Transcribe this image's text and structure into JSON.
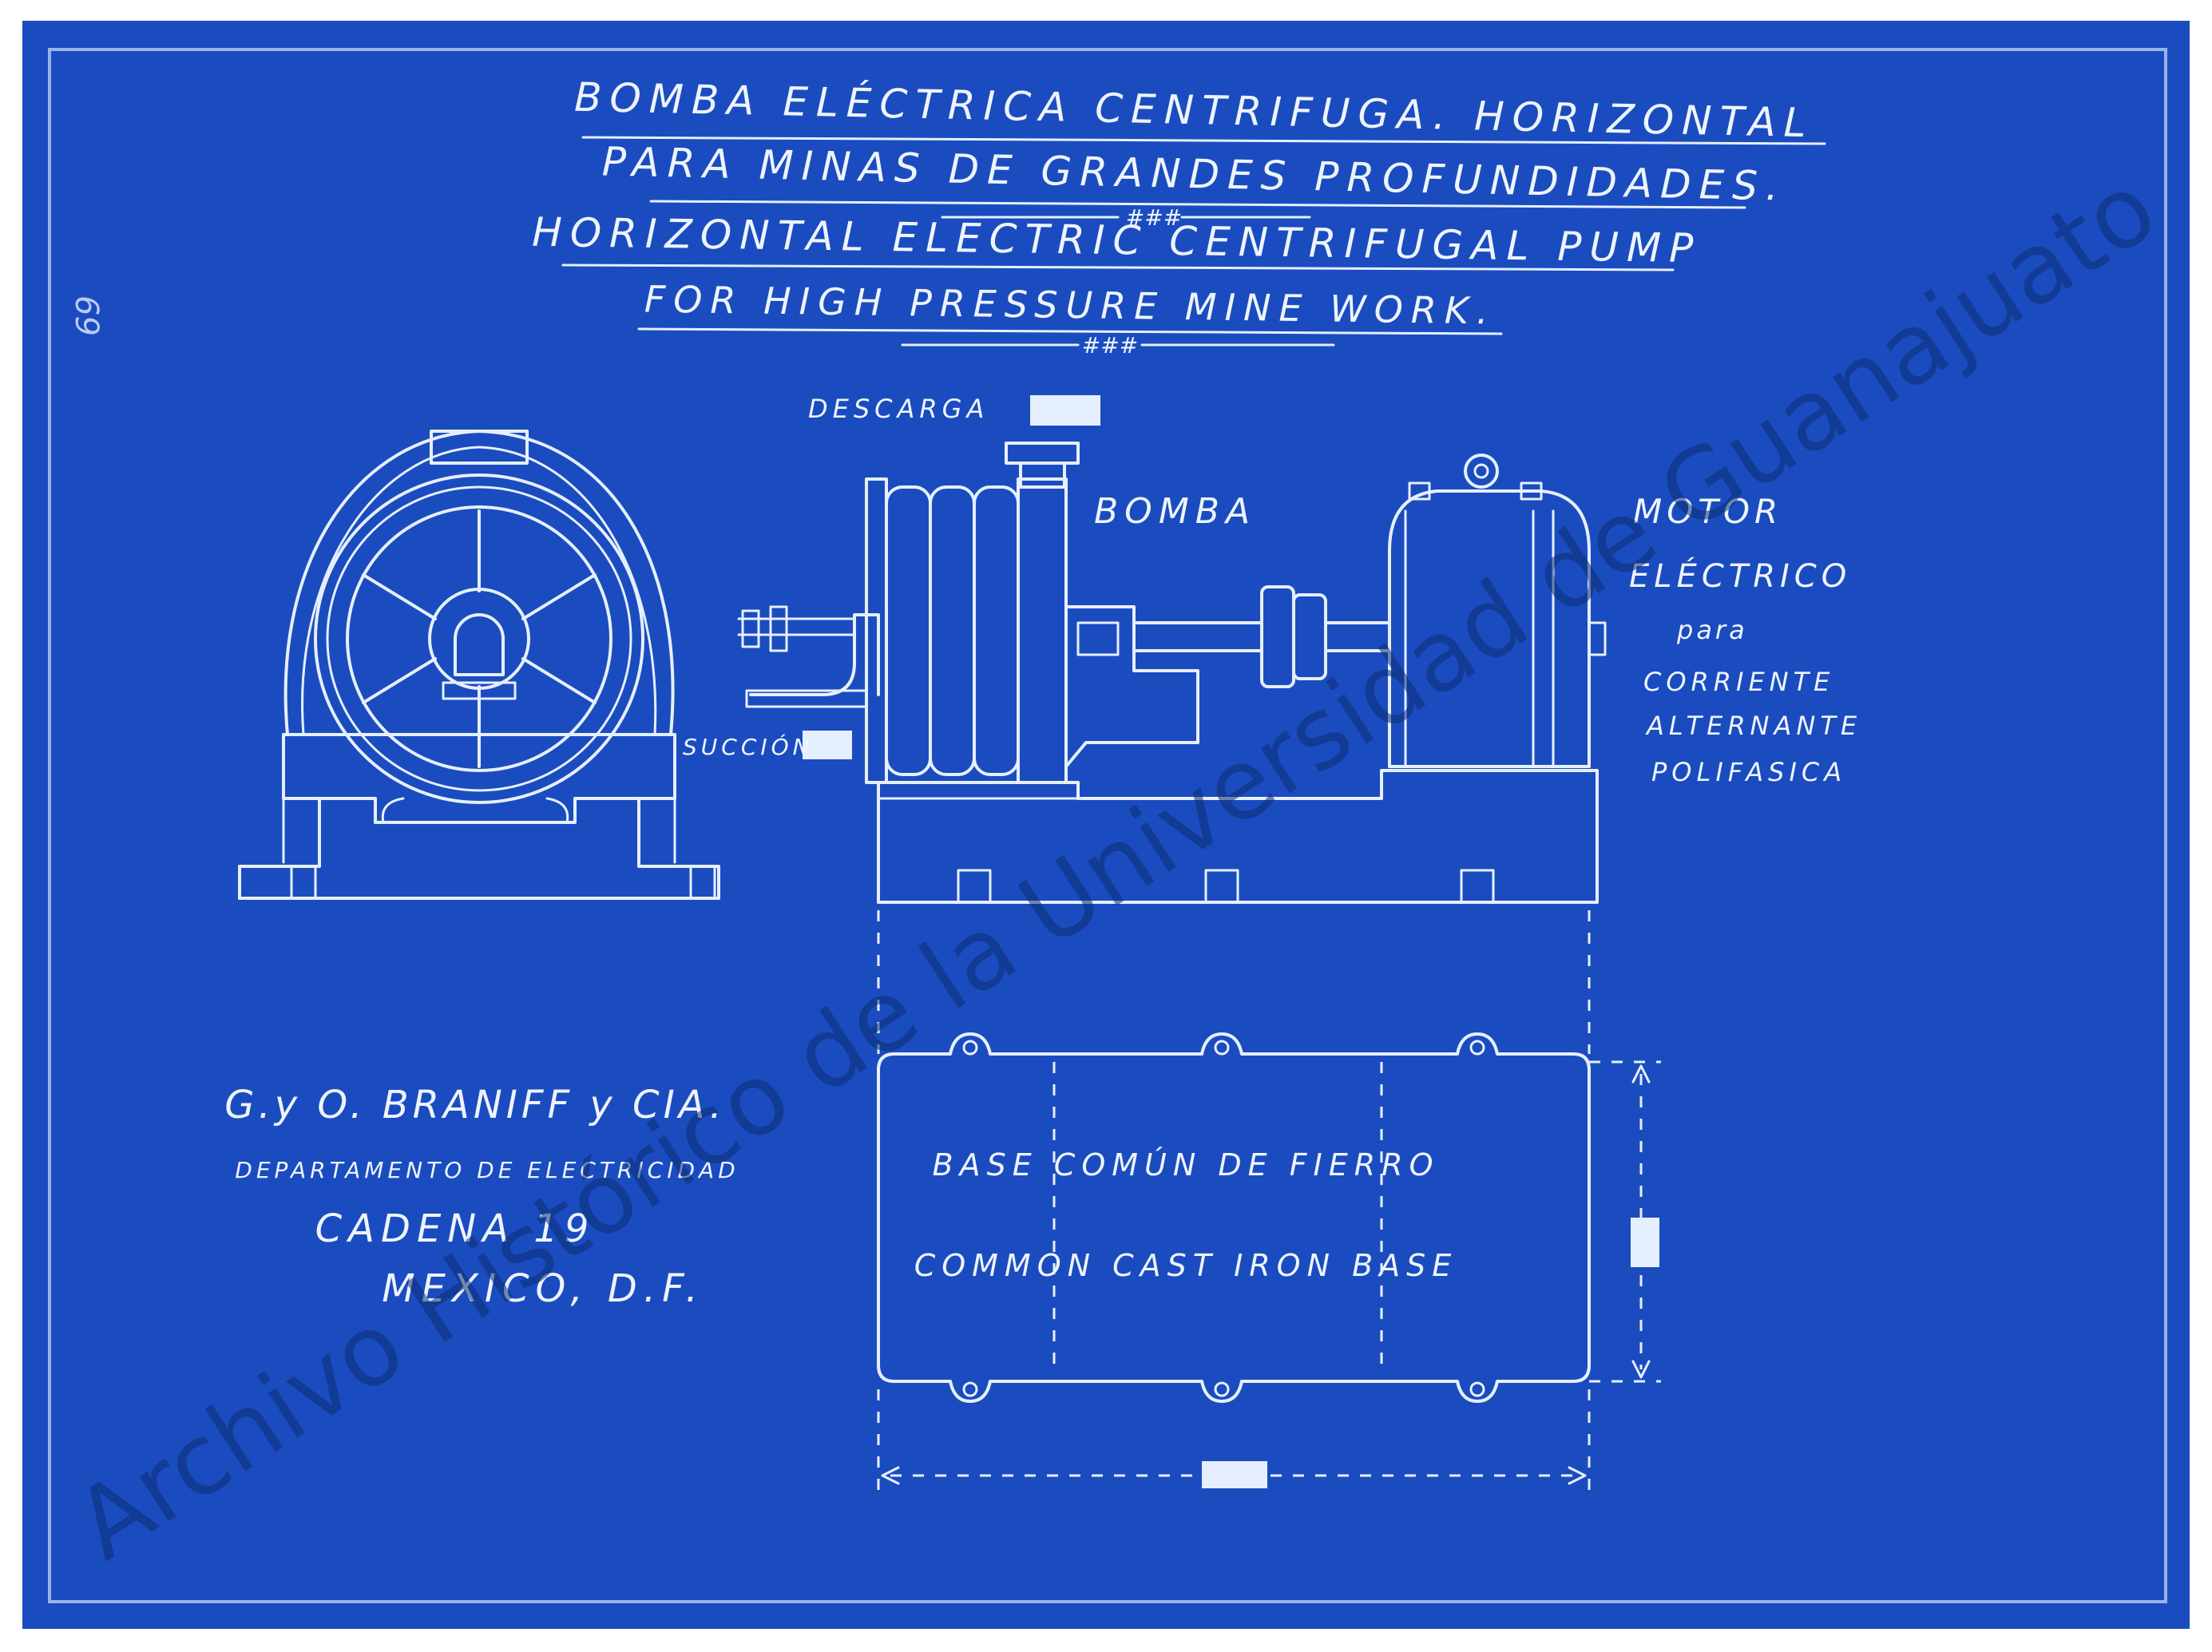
{
  "colors": {
    "paper": "#ffffff",
    "blueprint": "#1d4fc4",
    "ink": "#e6efff",
    "watermark": "#0b2e73"
  },
  "title": {
    "line1": "BOMBA ELÉCTRICA CENTRIFUGA. HORIZONTAL",
    "line2": "PARA MINAS DE GRANDES PROFUNDIDADES.",
    "line3": "HORIZONTAL ELECTRIC CENTRIFUGAL PUMP",
    "line4": "FOR HIGH PRESSURE MINE WORK.",
    "separator": "###"
  },
  "margin_note": "69",
  "labels": {
    "discharge": "DESCARGA",
    "pump": "BOMBA",
    "suction": "SUCCIÓN",
    "motor": [
      "MOTOR",
      "ELÉCTRICO",
      "para",
      "CORRIENTE",
      "ALTERNANTE",
      "POLIFASICA"
    ]
  },
  "base": {
    "line1": "BASE COMÚN DE FIERRO",
    "line2": "COMMON CAST IRON BASE"
  },
  "maker": {
    "name": "G.y O. BRANIFF y CIA.",
    "department": "DEPARTAMENTO DE ELECTRICIDAD",
    "address": "CADENA 19",
    "city": "MEXICO, D.F."
  },
  "watermark": "Archivo Histórico de la Universidad de Guanajuato"
}
